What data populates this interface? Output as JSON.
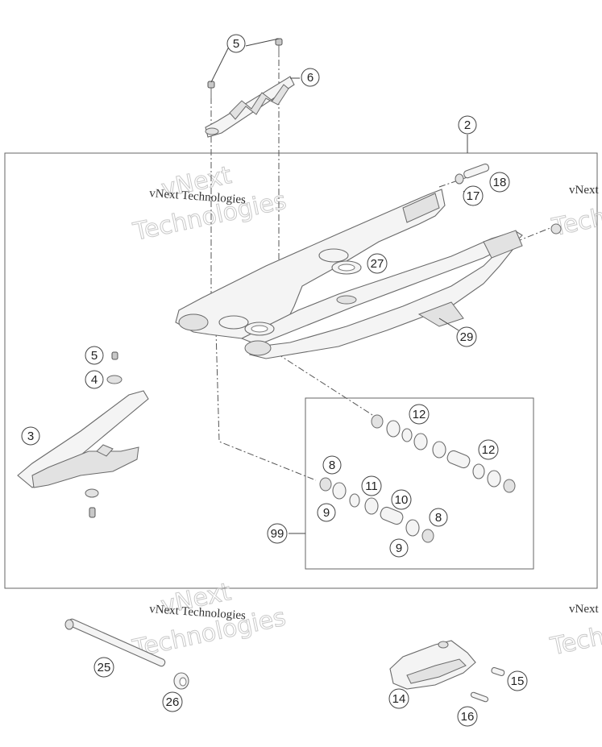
{
  "watermarks": [
    {
      "id": "wm1",
      "label": "vNext Technologies",
      "ghost_line1": "vNext",
      "ghost_line2": "Technologies"
    },
    {
      "id": "wm2",
      "label": "vNext Technologies",
      "ghost_line1": "vNext",
      "ghost_line2": "Technologies"
    },
    {
      "id": "wm3",
      "label": "vNext",
      "ghost_line2": "Tech"
    },
    {
      "id": "wm4",
      "label": "vNext",
      "ghost_line2": "Tech"
    }
  ],
  "callouts": [
    {
      "id": "c5a",
      "label": "5"
    },
    {
      "id": "c6",
      "label": "6"
    },
    {
      "id": "c2",
      "label": "2"
    },
    {
      "id": "c18",
      "label": "18"
    },
    {
      "id": "c17",
      "label": "17"
    },
    {
      "id": "c27",
      "label": "27"
    },
    {
      "id": "c29",
      "label": "29"
    },
    {
      "id": "c5b",
      "label": "5"
    },
    {
      "id": "c4",
      "label": "4"
    },
    {
      "id": "c3",
      "label": "3"
    },
    {
      "id": "c12a",
      "label": "12"
    },
    {
      "id": "c12b",
      "label": "12"
    },
    {
      "id": "c8a",
      "label": "8"
    },
    {
      "id": "c11",
      "label": "11"
    },
    {
      "id": "c9a",
      "label": "9"
    },
    {
      "id": "c10",
      "label": "10"
    },
    {
      "id": "c8b",
      "label": "8"
    },
    {
      "id": "c9b",
      "label": "9"
    },
    {
      "id": "c99",
      "label": "99"
    },
    {
      "id": "c25",
      "label": "25"
    },
    {
      "id": "c26",
      "label": "26"
    },
    {
      "id": "c14",
      "label": "14"
    },
    {
      "id": "c15",
      "label": "15"
    },
    {
      "id": "c16",
      "label": "16"
    }
  ]
}
